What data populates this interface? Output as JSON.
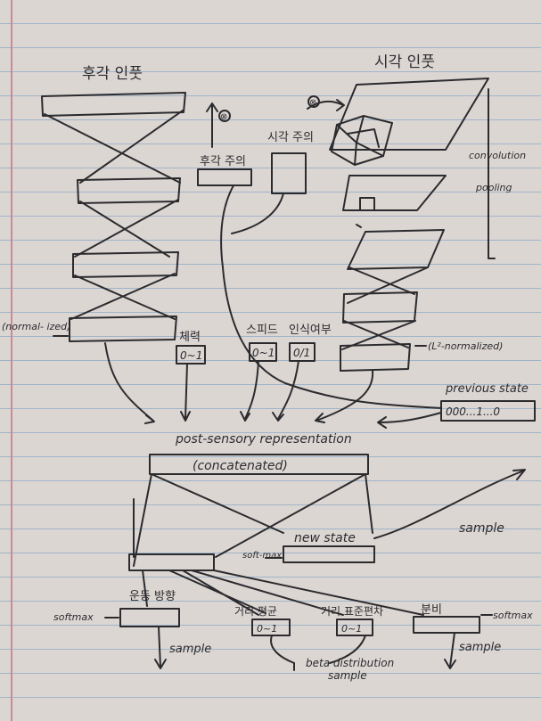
{
  "labels": {
    "olfactory_input": "후각 인풋",
    "visual_input": "시각 인풋",
    "olfactory_attention": "후각 주의",
    "visual_attention": "시각 주의",
    "multiply_mark": "⊗",
    "convolution_label": "convolution",
    "pooling_label": "pooling",
    "normalized_left": "(normal-\nized)",
    "normalized_right": "(L²-normalized)",
    "stamina_label": "체력",
    "stamina_range": "0~1",
    "speed_label": "스피드",
    "speed_range": "0~1",
    "seen_label": "인식여부",
    "seen_range": "0/1",
    "previous_state": "previous state",
    "previous_state_value": "000...1...0",
    "post_sensory": "post-sensory representation",
    "concatenated": "(concatenated)",
    "new_state": "new state",
    "sample_top": "sample",
    "softmax_new": "soft-max",
    "movement_direction": "운동 방향",
    "softmax_left": "softmax",
    "sample_left": "sample",
    "distance_mean": "거리 평균",
    "distance_mean_range": "0~1",
    "distance_std": "거리 표준편차",
    "distance_std_range": "0~1",
    "discrimination": "분비",
    "softmax_right": "softmax",
    "sample_right": "sample",
    "beta_sample_1": "beta distribution",
    "beta_sample_2": "sample"
  }
}
